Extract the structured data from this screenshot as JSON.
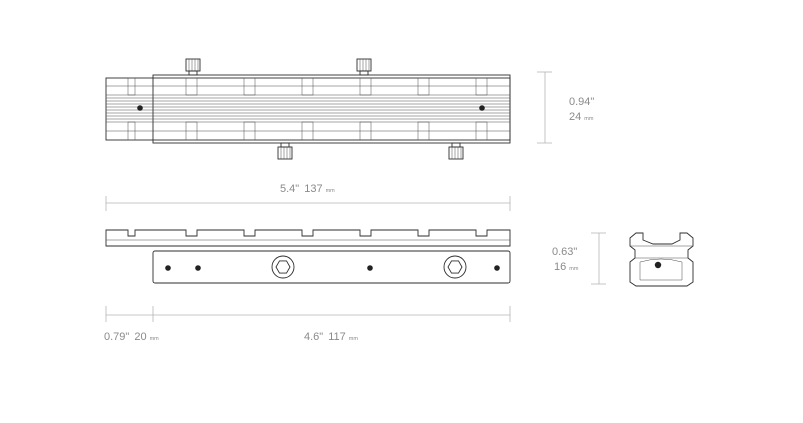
{
  "dimensions": {
    "height": {
      "inch": "0.94\"",
      "mm_value": "24",
      "mm_unit": "mm"
    },
    "overall_length": {
      "inch": "5.4\"",
      "mm_value": "137",
      "mm_unit": "mm"
    },
    "profile_height": {
      "inch": "0.63\"",
      "mm_value": "16",
      "mm_unit": "mm"
    },
    "offset": {
      "inch": "0.79\"",
      "mm_value": "20",
      "mm_unit": "mm"
    },
    "base_length": {
      "inch": "4.6\"",
      "mm_value": "117",
      "mm_unit": "mm"
    }
  },
  "colors": {
    "line": "#2e2e2e",
    "dimension": "#b5b5b5",
    "text": "#8a8a8a"
  }
}
